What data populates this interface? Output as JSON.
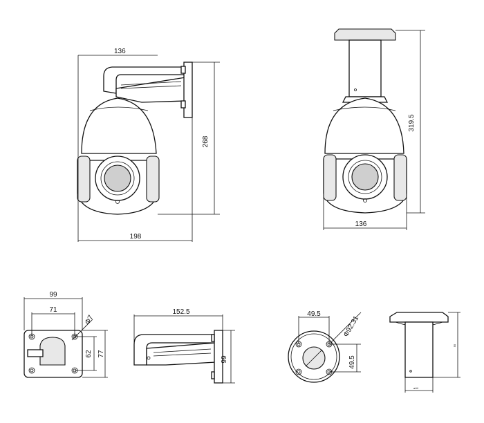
{
  "views": {
    "side_view": {
      "top_width": "136",
      "height": "268",
      "total_width": "198"
    },
    "front_view": {
      "height": "319.5",
      "width": "136"
    },
    "base_plate": {
      "width_outer": "99",
      "width_inner": "71",
      "hole_diameter": "Φ7",
      "height_inner": "62",
      "height_outer": "77"
    },
    "wall_bracket": {
      "length": "152.5",
      "height": "99"
    },
    "pendant_flange": {
      "spacing_h": "49.5",
      "diameter": "Φ92.31",
      "spacing_v": "49.5"
    },
    "pendant_mount": {
      "height": "55",
      "width": "ø44"
    }
  }
}
